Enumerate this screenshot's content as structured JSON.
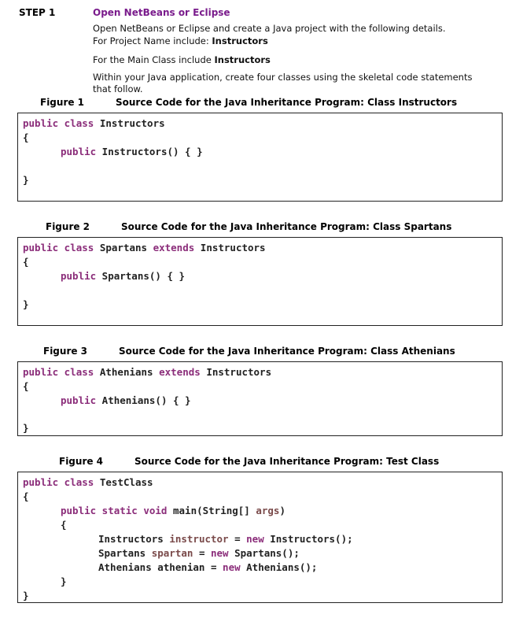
{
  "step": {
    "label": "STEP 1",
    "title": "Open NetBeans or Eclipse"
  },
  "instructions": {
    "line1": "Open NetBeans or Eclipse and create a Java project with the following details.",
    "line2_prefix": "For Project Name include: ",
    "line2_value": "Instructors",
    "line3_prefix": "For the Main Class include ",
    "line3_value": "Instructors",
    "line4": "Within your Java application, create four classes using the skeletal code statements",
    "line5": "that follow."
  },
  "figures": [
    {
      "label": "Figure 1",
      "caption": "Source Code for the Java Inheritance Program: Class Instructors"
    },
    {
      "label": "Figure 2",
      "caption": "Source Code for the Java Inheritance Program: Class Spartans"
    },
    {
      "label": "Figure 3",
      "caption": "Source Code for the Java Inheritance Program: Class Athenians"
    },
    {
      "label": "Figure 4",
      "caption": "Source Code for the Java Inheritance Program: Test Class"
    }
  ],
  "code": {
    "fig1": {
      "l1_kw": "public class",
      "l1_name": " Instructors",
      "l2": "{",
      "l3_kw": "public",
      "l3_rest": " Instructors() { }",
      "l4": "}"
    },
    "fig2": {
      "l1_kw": "public class",
      "l1_name": " Spartans ",
      "l1_kw2": "extends",
      "l1_rest": " Instructors",
      "l2": "{",
      "l3_kw": "public",
      "l3_rest": " Spartans() { }",
      "l4": "}"
    },
    "fig3": {
      "l1_kw": "public class",
      "l1_name": " Athenians ",
      "l1_kw2": "extends",
      "l1_rest": " Instructors",
      "l2": "{",
      "l3_kw": "public",
      "l3_rest": " Athenians() { }",
      "l4": "}"
    },
    "fig4": {
      "l1_kw": "public class",
      "l1_name": " TestClass",
      "l2": "{",
      "l3_kw": "public static void",
      "l3_rest": " main(String[] ",
      "l3_var": "args",
      "l3_end": ")",
      "l4": "{",
      "l5_type": "Instructors ",
      "l5_var": "instructor",
      "l5_eq": " = ",
      "l5_kw": "new",
      "l5_rest": " Instructors();",
      "l6_type": "Spartans ",
      "l6_var": "spartan",
      "l6_eq": " = ",
      "l6_kw": "new",
      "l6_rest": " Spartans();",
      "l7_type": "Athenians athenian",
      "l7_eq": " = ",
      "l7_kw": "new",
      "l7_rest": " Athenians();",
      "l8": "}",
      "l9": "}"
    }
  }
}
